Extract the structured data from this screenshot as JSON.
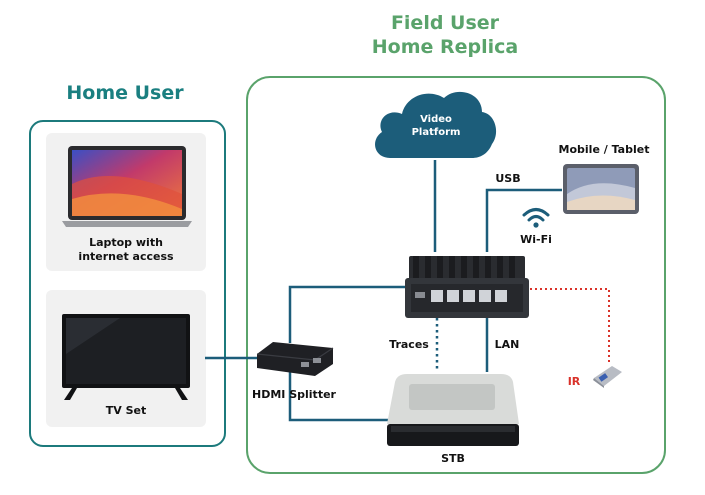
{
  "field_panel": {
    "title_line1": "Field User",
    "title_line2": "Home Replica"
  },
  "home_panel": {
    "title": "Home User"
  },
  "devices": {
    "laptop": {
      "label_line1": "Laptop with",
      "label_line2": "internet access"
    },
    "tv": {
      "label": "TV Set"
    },
    "video_platform": {
      "label_line1": "Video",
      "label_line2": "Platform"
    },
    "mobile": {
      "label": "Mobile / Tablet"
    },
    "hdmi_splitter": {
      "label": "HDMI Splitter"
    },
    "stb": {
      "label": "STB"
    },
    "ir": {
      "label": "IR"
    }
  },
  "links": {
    "usb": "USB",
    "wifi": "Wi-Fi",
    "traces": "Traces",
    "lan": "LAN"
  },
  "colors": {
    "home_border": "#1c7a7c",
    "field_border": "#5aa36b",
    "wire": "#1c5d7a",
    "ir_wire": "#d9322a"
  }
}
